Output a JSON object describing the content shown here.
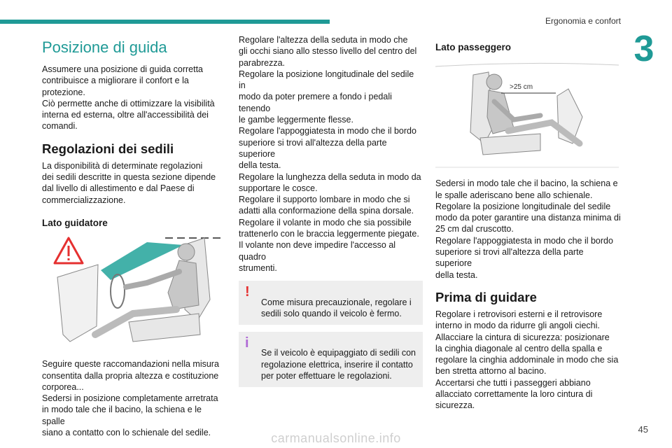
{
  "header": {
    "section": "Ergonomia e confort",
    "chapter": "3"
  },
  "col1": {
    "title": "Posizione di guida",
    "intro": "Assumere una posizione di guida corretta\ncontribuisce a migliorare il confort e la\nprotezione.\nCiò permette anche di ottimizzare la visibilità\ninterna ed esterna, oltre all'accessibilità dei\ncomandi.",
    "h2": "Regolazioni dei sedili",
    "avail": "La disponibilità di determinate regolazioni\ndei sedili descritte in questa sezione dipende\ndal livello di allestimento e dal Paese di\ncommercializzazione.",
    "h3": "Lato guidatore",
    "after_fig": "Seguire queste raccomandazioni nella misura\nconsentita dalla propria altezza e costituzione\ncorporea...\nSedersi in posizione completamente arretrata\nin modo tale che il bacino, la schiena e le spalle\nsiano a contatto con lo schienale del sedile."
  },
  "col2": {
    "body": "Regolare l'altezza della seduta in modo che\ngli occhi siano allo stesso livello del centro del\nparabrezza.\nRegolare la posizione longitudinale del sedile in\nmodo da poter premere a fondo i pedali tenendo\nle gambe leggermente flesse.\nRegolare l'appoggiatesta in modo che il bordo\nsuperiore si trovi all'altezza della parte superiore\ndella testa.\nRegolare la lunghezza della seduta in modo da\nsupportare le cosce.\nRegolare il supporto lombare in modo che si\nadatti alla conformazione della spina dorsale.\nRegolare il volante in modo che sia possibile\ntrattenerlo con le braccia leggermente piegate.\nIl volante non deve impedire l'accesso al quadro\nstrumenti.",
    "warning": "Come misura precauzionale, regolare i\nsedili solo quando il veicolo è fermo.",
    "info": "Se il veicolo è equipaggiato di sedili con\nregolazione elettrica, inserire il contatto\nper poter effettuare le regolazioni."
  },
  "col3": {
    "h3": "Lato passeggero",
    "fig_label": ">25 cm",
    "body": "Sedersi in modo tale che il bacino, la schiena e\nle spalle aderiscano bene allo schienale.\nRegolare la posizione longitudinale del sedile\nmodo da poter garantire una distanza minima di\n25 cm dal cruscotto.\nRegolare l'appoggiatesta in modo che il bordo\nsuperiore si trovi all'altezza della parte superiore\ndella testa.",
    "h2": "Prima di guidare",
    "body2": "Regolare i retrovisori esterni e il retrovisore\ninterno in modo da ridurre gli angoli ciechi.\nAllacciare la cintura di sicurezza: posizionare\nla cinghia diagonale al centro della spalla e\nregolare la cinghia addominale in modo che sia\nben stretta attorno al bacino.\nAccertarsi che tutti i passeggeri abbiano\nallacciato correttamente la loro cintura di\nsicurezza."
  },
  "footer": {
    "page": "45",
    "watermark": "carmanualsonline.info"
  },
  "icons": {
    "warning": "warning-triangle-icon",
    "info": "info-icon"
  },
  "colors": {
    "accent": "#1f9a96",
    "warning": "#e53030",
    "info": "#b06ad6"
  }
}
